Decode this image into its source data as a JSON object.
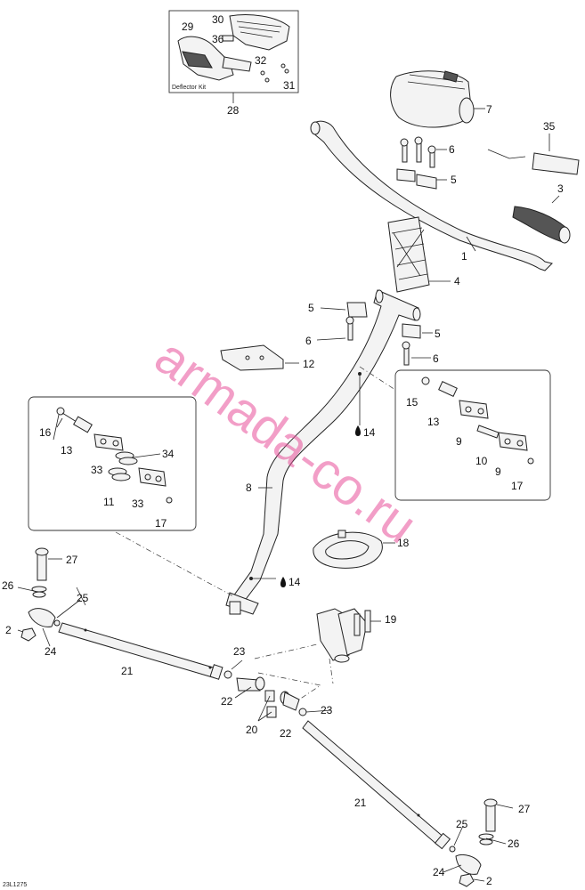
{
  "diagram": {
    "kit_box_caption": "Deflector Kit",
    "drawing_code": "23L1275",
    "watermark": "armada-co.ru",
    "callouts": {
      "c28": "28",
      "c29": "29",
      "c30": "30",
      "c36": "36",
      "c32": "32",
      "c31": "31",
      "c7": "7",
      "c35": "35",
      "c6a": "6",
      "c5a": "5",
      "c3": "3",
      "c1": "1",
      "c4": "4",
      "c5b": "5",
      "c6b": "6",
      "c5c": "5",
      "c6c": "6",
      "c12": "12",
      "c16": "16",
      "c13a": "13",
      "c34": "34",
      "c33a": "33",
      "c11": "11",
      "c33b": "33",
      "c17a": "17",
      "c15": "15",
      "c13b": "13",
      "c9a": "9",
      "c10": "10",
      "c9b": "9",
      "c17b": "17",
      "c14a": "14",
      "c8": "8",
      "c18": "18",
      "c14b": "14",
      "c27a": "27",
      "c26a": "26",
      "c25a": "25",
      "c2a": "2",
      "c24a": "24",
      "c21a": "21",
      "c23a": "23",
      "c19": "19",
      "c22a": "22",
      "c20": "20",
      "c22b": "22",
      "c23b": "23",
      "c21b": "21",
      "c27b": "27",
      "c25b": "25",
      "c26b": "26",
      "c24b": "24",
      "c2b": "2"
    },
    "drop_icon": "oil-drop-icon"
  }
}
